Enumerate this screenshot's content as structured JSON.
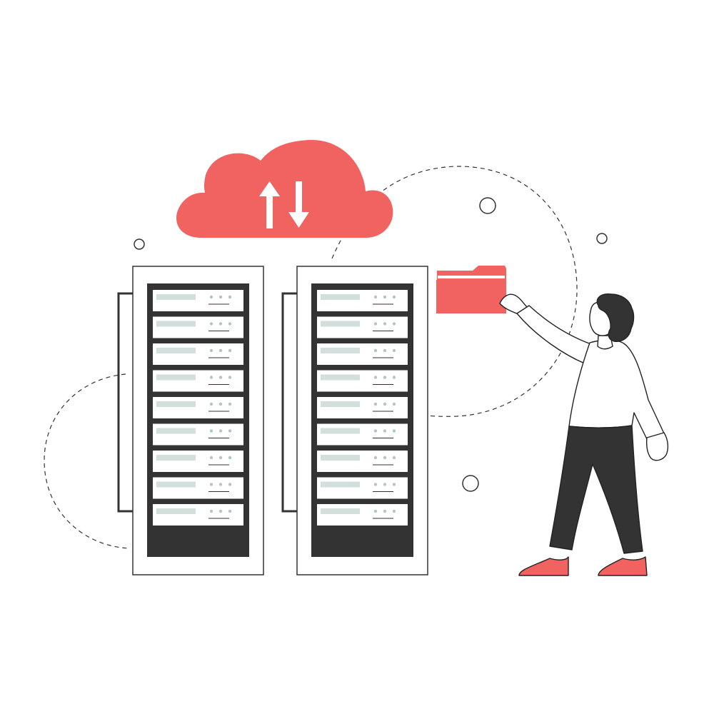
{
  "illustration": {
    "colors": {
      "background": "#ffffff",
      "accent": "#f06361",
      "ink": "#333333",
      "rack_panel": "#d3dfdc",
      "rack_led": "#b4c6c0",
      "outline": "#222222"
    },
    "icons": [
      "cloud-upload-download-icon",
      "folder-icon",
      "server-rack-icon"
    ],
    "server_racks": [
      {
        "units": 9
      },
      {
        "units": 9
      }
    ],
    "person": {
      "action": "holding folder"
    }
  }
}
